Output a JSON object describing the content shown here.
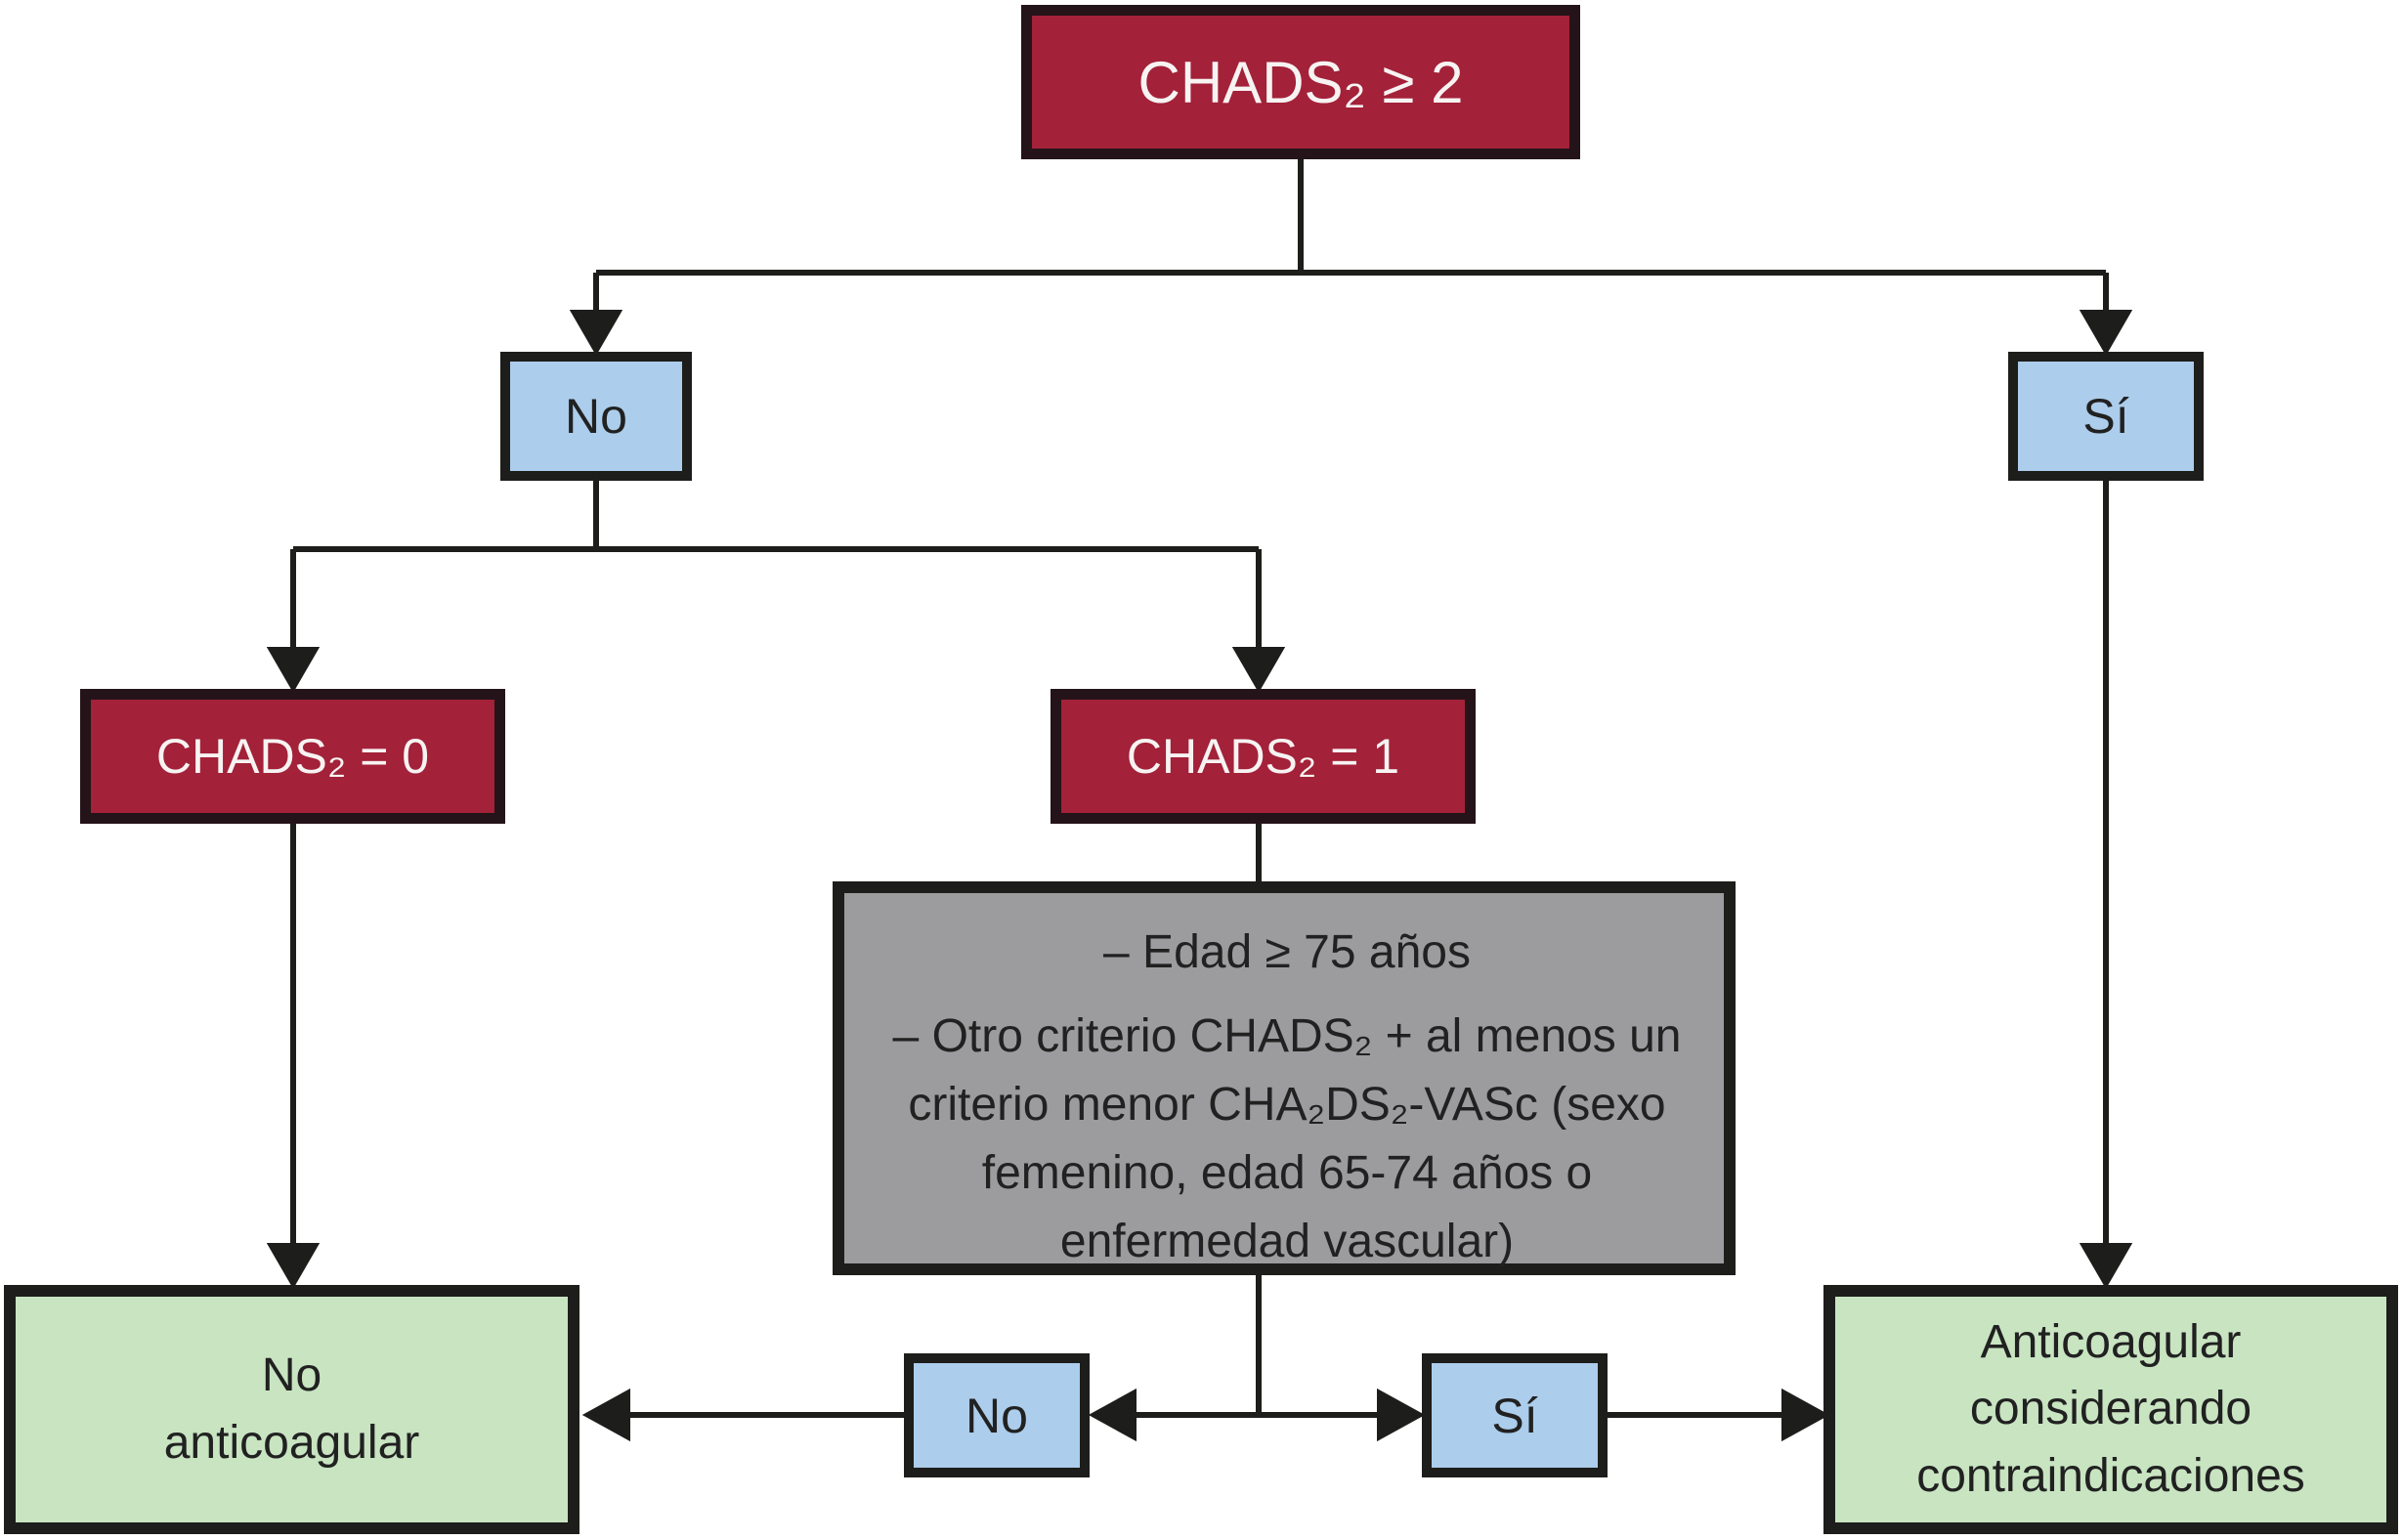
{
  "flowchart": {
    "root": {
      "label": "CHADS₂ ≥ 2"
    },
    "branch_no": {
      "label": "No"
    },
    "branch_si": {
      "label": "Sí"
    },
    "chads0": {
      "label": "CHADS₂ = 0"
    },
    "chads1": {
      "label": "CHADS₂ = 1"
    },
    "criteria": {
      "items": [
        "– Edad ≥ 75 años",
        "– Otro criterio CHADS₂ + al menos un criterio menor CHA₂DS₂-VASc (sexo femenino, edad 65-74 años o enfermedad vascular)"
      ]
    },
    "criteria_no": {
      "label": "No"
    },
    "criteria_si": {
      "label": "Sí"
    },
    "outcome_no": {
      "lines": [
        "No",
        "anticoagular"
      ]
    },
    "outcome_yes": {
      "lines": [
        "Anticoagular",
        "considerando",
        "contraindicaciones"
      ]
    }
  },
  "colors": {
    "red": "#a32139",
    "red-border": "#241419",
    "blue": "#accdeb",
    "green": "#c8e4c1",
    "gray": "#9c9c9e",
    "line": "#1d1d1b",
    "text-light": "#f7f3f2",
    "text-dark": "#212121"
  }
}
